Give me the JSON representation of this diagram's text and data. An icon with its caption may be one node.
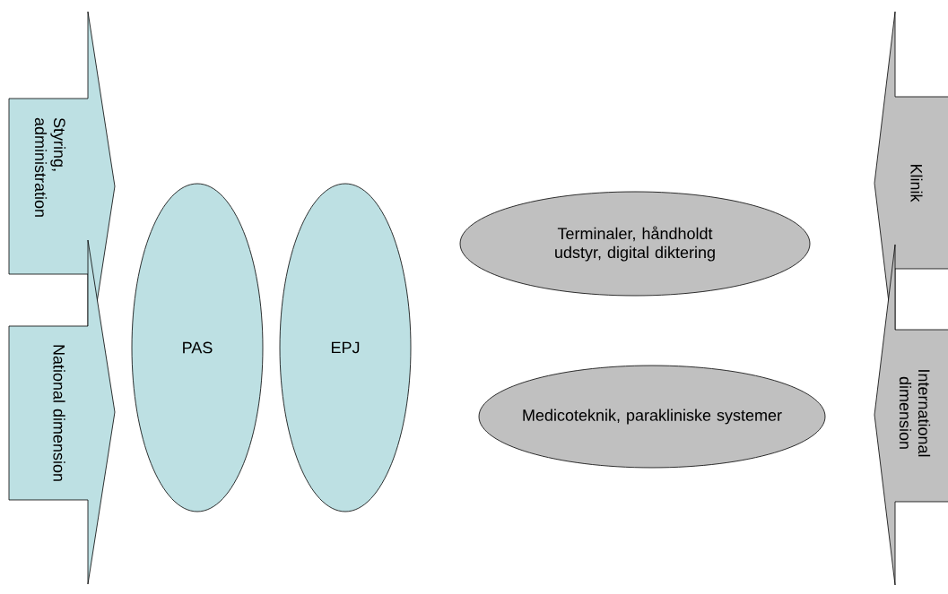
{
  "diagram": {
    "nodes": [
      {
        "text": [
          "Styring, administration"
        ]
      },
      {
        "text": [
          "National dimension"
        ]
      },
      {
        "text": [
          "PAS"
        ]
      },
      {
        "text": [
          "EPJ"
        ]
      },
      {
        "text": [
          "Terminaler, håndholdt udstyr, digital diktering"
        ]
      },
      {
        "text": [
          "Medicoteknik, parakliniske systemer"
        ]
      },
      {
        "text": [
          "Klinik"
        ]
      },
      {
        "text": [
          "International dimension"
        ]
      }
    ]
  }
}
